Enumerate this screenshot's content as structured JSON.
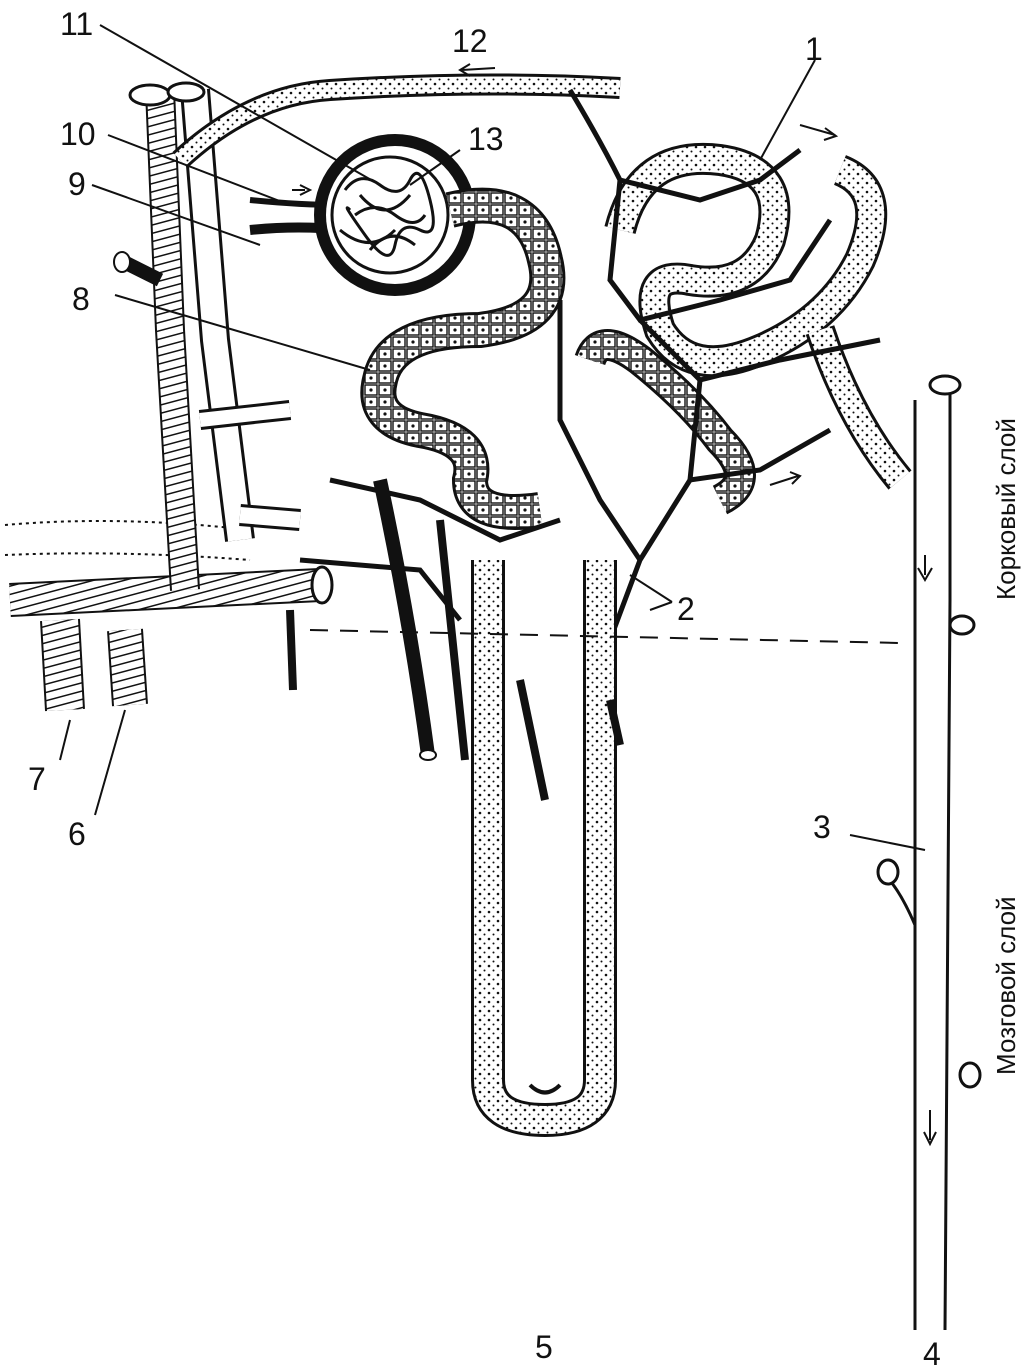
{
  "diagram": {
    "labels": [
      {
        "id": "l1",
        "text": "1"
      },
      {
        "id": "l2",
        "text": "2"
      },
      {
        "id": "l3",
        "text": "3"
      },
      {
        "id": "l4",
        "text": "4"
      },
      {
        "id": "l5",
        "text": "5"
      },
      {
        "id": "l6",
        "text": "6"
      },
      {
        "id": "l7",
        "text": "7"
      },
      {
        "id": "l8",
        "text": "8"
      },
      {
        "id": "l9",
        "text": "9"
      },
      {
        "id": "l10",
        "text": "10"
      },
      {
        "id": "l11",
        "text": "11"
      },
      {
        "id": "l12",
        "text": "12"
      },
      {
        "id": "l13",
        "text": "13"
      }
    ],
    "zones": {
      "cortex": "Корковый слой",
      "medulla": "Мозговой слой"
    }
  },
  "colors": {
    "ink": "#111111",
    "background": "#ffffff"
  }
}
